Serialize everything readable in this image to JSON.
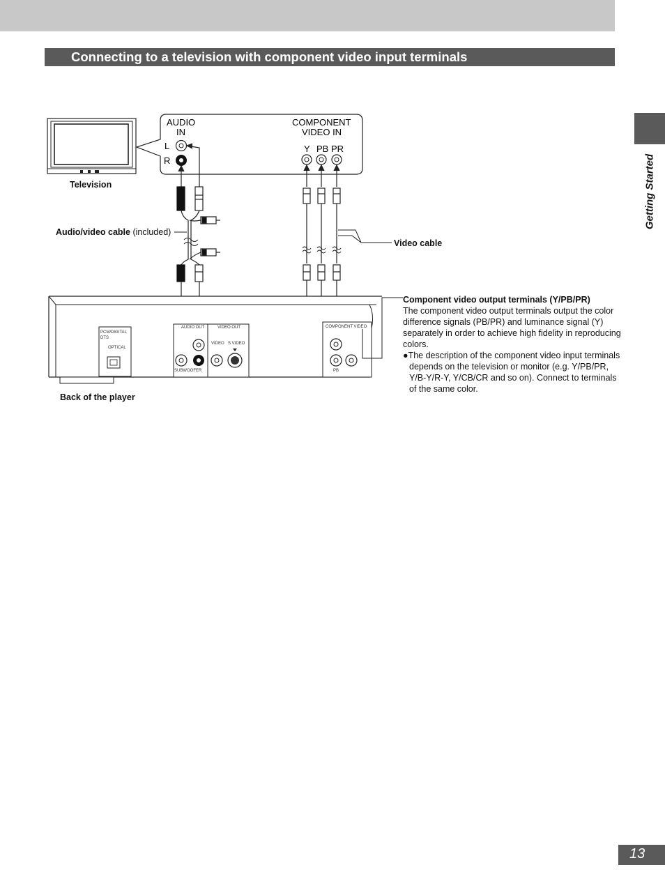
{
  "header": {
    "title": "Connecting to a television with component video input terminals",
    "section_tab": "Getting Started"
  },
  "diagram": {
    "tv_label": "Television",
    "tv_panel": {
      "audio_in": [
        "AUDIO",
        "IN"
      ],
      "left": "L",
      "right": "R",
      "component_in": [
        "COMPONENT",
        "VIDEO IN"
      ],
      "y": "Y",
      "pb": "PB",
      "pr": "PR"
    },
    "av_cable_bold": "Audio/video cable",
    "av_cable_note": " (included)",
    "video_cable": "Video cable",
    "player_label": "Back of the player",
    "player_panel": {
      "digital": "PCM/DIGITAL",
      "dts": "DTS",
      "optical": "OPTICAL",
      "audio_out": "AUDIO OUT",
      "video_out": "VIDEO OUT",
      "video": "VIDEO",
      "s_video": "S VIDEO",
      "subwoofer": "SUBWOOFER",
      "component_video": "COMPONENT VIDEO",
      "pb": "PB"
    }
  },
  "description": {
    "heading": "Component video output terminals (Y/PB/PR)",
    "body": "The component video output terminals output the color difference signals (PB/PR) and luminance signal (Y) separately in order to achieve high fidelity in reproducing colors.",
    "bullet_symbol": "●",
    "bullet": "The description of the component video input terminals depends on the television or monitor (e.g. Y/PB/PR, Y/B-Y/R-Y, Y/CB/CR and so on). Connect to terminals of the same color."
  },
  "page_number": "13"
}
